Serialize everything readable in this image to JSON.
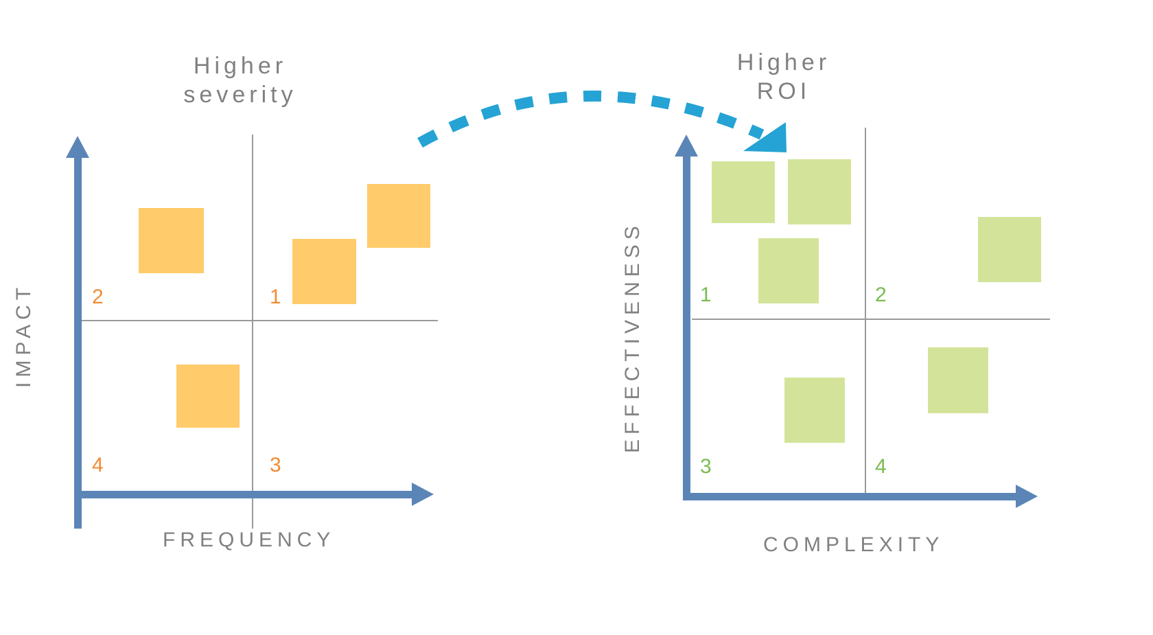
{
  "colors": {
    "axis_blue": "#5B85B7",
    "grid_grey": "#9a9a9a",
    "label_grey": "#808080",
    "block_orange": "#FFCB6B",
    "block_green": "#D3E49A",
    "number_orange": "#F28B33",
    "number_green": "#79BC4F",
    "arrow_teal": "#25A3D4",
    "background": "#ffffff"
  },
  "callouts": {
    "left": "Higher\nseverity",
    "right": "Higher\nROI"
  },
  "arrow": {
    "name": "transition-arrow",
    "style": "dashed-curved",
    "color": "#25A3D4",
    "from": "Higher severity",
    "to": "Higher ROI"
  },
  "left_chart": {
    "x_axis_label": "FREQUENCY",
    "y_axis_label": "IMPACT",
    "quadrant_numbers": [
      "1",
      "2",
      "3",
      "4"
    ],
    "quadrants": [
      {
        "id": "1",
        "label": "1",
        "position": "top-right"
      },
      {
        "id": "2",
        "label": "2",
        "position": "top-left"
      },
      {
        "id": "3",
        "label": "3",
        "position": "bottom-right"
      },
      {
        "id": "4",
        "label": "4",
        "position": "bottom-left"
      }
    ]
  },
  "right_chart": {
    "x_axis_label": "COMPLEXITY",
    "y_axis_label": "EFFECTIVENESS",
    "quadrant_numbers": [
      "1",
      "2",
      "3",
      "4"
    ],
    "quadrants": [
      {
        "id": "1",
        "label": "1",
        "position": "top-left"
      },
      {
        "id": "2",
        "label": "2",
        "position": "top-right"
      },
      {
        "id": "3",
        "label": "3",
        "position": "bottom-left"
      },
      {
        "id": "4",
        "label": "4",
        "position": "bottom-right"
      }
    ]
  },
  "chart_data": [
    {
      "type": "scatter",
      "title": "Higher severity",
      "xlabel": "FREQUENCY",
      "ylabel": "IMPACT",
      "grid": true,
      "legend": "none",
      "quadrant_labels": {
        "top_left": "2",
        "top_right": "1",
        "bottom_left": "4",
        "bottom_right": "3"
      },
      "marker": "square",
      "color": "#FFCB6B",
      "xlim": [
        0,
        100
      ],
      "ylim": [
        0,
        100
      ],
      "points": [
        {
          "quadrant": "2",
          "x": 22,
          "y": 72,
          "w": 100,
          "h": 98
        },
        {
          "quadrant": "1",
          "x": 58,
          "y": 60,
          "w": 94,
          "h": 95
        },
        {
          "quadrant": "1",
          "x": 77,
          "y": 78,
          "w": 94,
          "h": 97
        },
        {
          "quadrant": "4",
          "x": 30,
          "y": 28,
          "w": 94,
          "h": 94
        }
      ]
    },
    {
      "type": "scatter",
      "title": "Higher ROI",
      "xlabel": "COMPLEXITY",
      "ylabel": "EFFECTIVENESS",
      "grid": true,
      "legend": "none",
      "quadrant_labels": {
        "top_left": "1",
        "top_right": "2",
        "bottom_left": "3",
        "bottom_right": "4"
      },
      "marker": "square",
      "color": "#D3E49A",
      "xlim": [
        0,
        100
      ],
      "ylim": [
        0,
        100
      ],
      "points": [
        {
          "quadrant": "1",
          "x": 12,
          "y": 88,
          "w": 94,
          "h": 92
        },
        {
          "quadrant": "1",
          "x": 33,
          "y": 89,
          "w": 92,
          "h": 96
        },
        {
          "quadrant": "1",
          "x": 25,
          "y": 66,
          "w": 88,
          "h": 96
        },
        {
          "quadrant": "2",
          "x": 90,
          "y": 68,
          "w": 92,
          "h": 96
        },
        {
          "quadrant": "3",
          "x": 33,
          "y": 22,
          "w": 88,
          "h": 95
        },
        {
          "quadrant": "4",
          "x": 73,
          "y": 32,
          "w": 88,
          "h": 96
        }
      ]
    }
  ]
}
